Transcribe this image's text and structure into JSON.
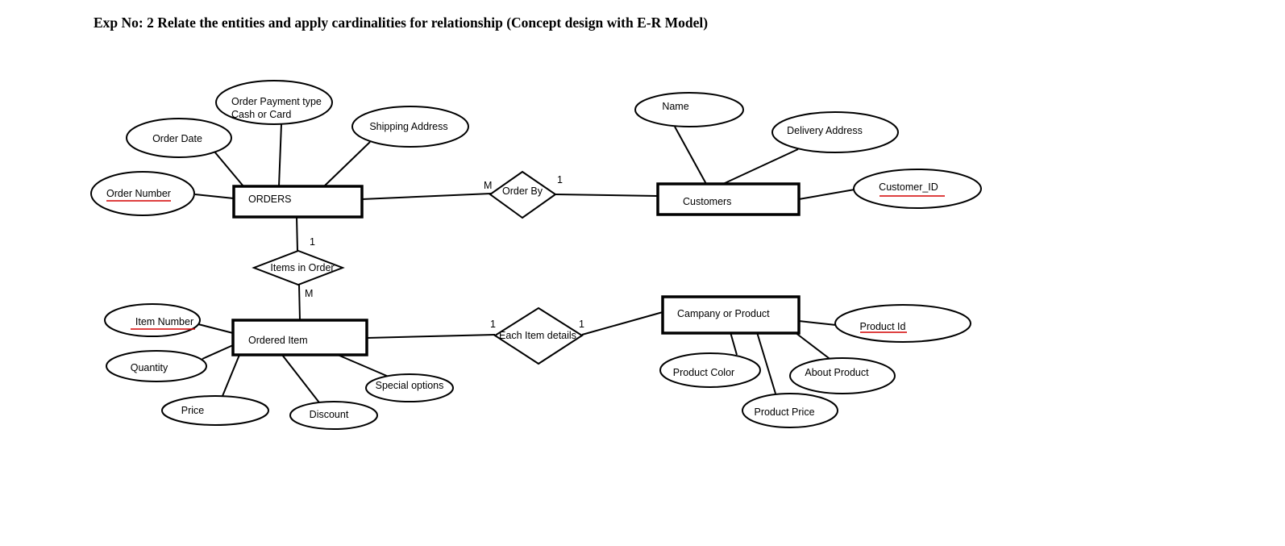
{
  "title": "Exp No: 2 Relate the entities and apply cardinalities for relationship (Concept design with E-R Model)",
  "colors": {
    "stroke": "#000000",
    "key_underline": "#d40000",
    "background": "#ffffff"
  },
  "entities": {
    "orders": "ORDERS",
    "customers": "Customers",
    "ordered_item": "Ordered Item",
    "company_product": "Campany or Product"
  },
  "relationships": {
    "order_by": "Order By",
    "items_in_order": "Items in Order",
    "each_item_details": "Each Item details"
  },
  "attributes": {
    "order_number": "Order Number",
    "order_date": "Order Date",
    "order_payment_line1": "Order Payment type",
    "order_payment_line2": "Cash or Card",
    "shipping_address": "Shipping Address",
    "name": "Name",
    "delivery_address": "Delivery Address",
    "customer_id": "Customer_ID",
    "item_number": "Item Number",
    "quantity": "Quantity",
    "price": "Price",
    "discount": "Discount",
    "special_options": "Special options",
    "product_id": "Product Id",
    "product_color": "Product Color",
    "about_product": "About Product",
    "product_price": "Product Price"
  },
  "cardinalities": {
    "orders_orderby": "M",
    "orderby_customers": "1",
    "orders_itemsinorder": "1",
    "itemsinorder_ordereditem": "M",
    "ordereditem_eachitem": "1",
    "eachitem_company": "1"
  }
}
